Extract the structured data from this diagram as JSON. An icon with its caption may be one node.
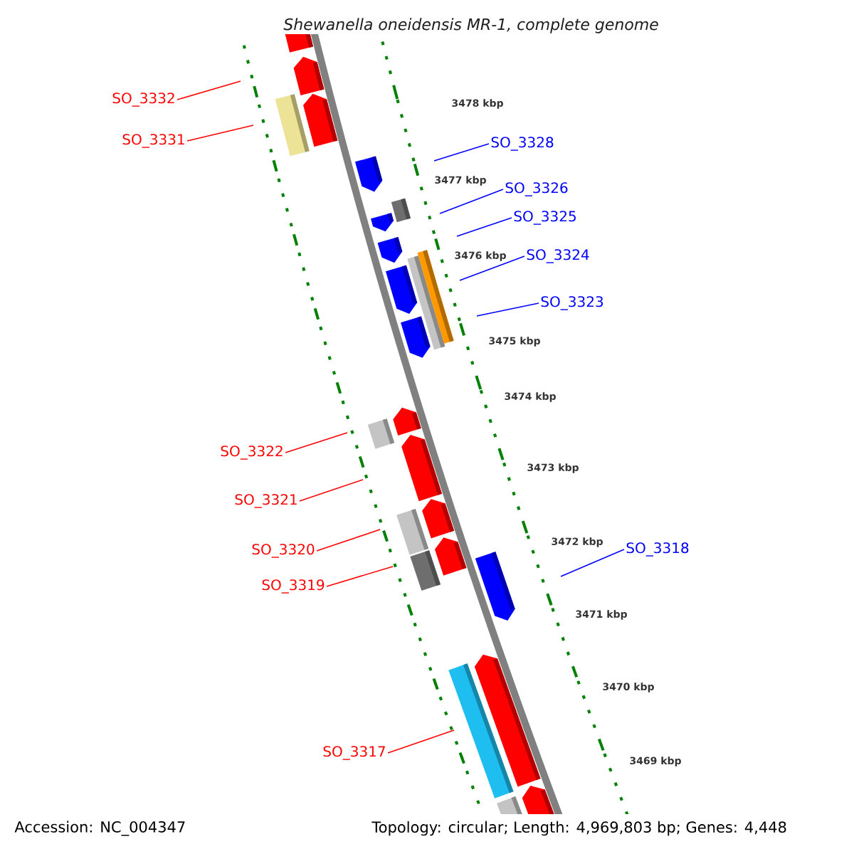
{
  "diagram": {
    "title": "Shewanella oneidensis MR-1, complete genome",
    "nodes": [
      {
        "text": [
          "SO_3332"
        ]
      },
      {
        "text": [
          "SO_3331"
        ]
      },
      {
        "text": [
          "SO_3328"
        ]
      },
      {
        "text": [
          "SO_3326"
        ]
      },
      {
        "text": [
          "SO_3325"
        ]
      },
      {
        "text": [
          "SO_3324"
        ]
      },
      {
        "text": [
          "SO_3323"
        ]
      },
      {
        "text": [
          "SO_3322"
        ]
      },
      {
        "text": [
          "SO_3321"
        ]
      },
      {
        "text": [
          "SO_3320"
        ]
      },
      {
        "text": [
          "SO_3318"
        ]
      },
      {
        "text": [
          "SO_3319"
        ]
      },
      {
        "text": [
          "SO_3317"
        ]
      }
    ],
    "edges": [
      {
        "from": 0,
        "to": null,
        "arrow": "none"
      },
      {
        "from": 1,
        "to": null,
        "arrow": "none"
      },
      {
        "from": 2,
        "to": null,
        "arrow": "none",
        "color": "#0000ff"
      },
      {
        "from": 3,
        "to": null,
        "arrow": "none",
        "color": "#0000ff"
      },
      {
        "from": 4,
        "to": null,
        "arrow": "none",
        "color": "#0000ff"
      },
      {
        "from": 5,
        "to": null,
        "arrow": "none",
        "color": "#0000ff"
      },
      {
        "from": 6,
        "to": null,
        "arrow": "none",
        "color": "#0000ff"
      },
      {
        "from": 7,
        "to": null,
        "arrow": "none"
      },
      {
        "from": 8,
        "to": null,
        "arrow": "none"
      },
      {
        "from": 9,
        "to": null,
        "arrow": "none"
      },
      {
        "from": 10,
        "to": null,
        "arrow": "none",
        "color": "#0000ff"
      },
      {
        "from": 11,
        "to": null,
        "arrow": "none"
      },
      {
        "from": 12,
        "to": null,
        "arrow": "none"
      }
    ],
    "labels": [
      "3478 kbp",
      "3477 kbp",
      "3476 kbp",
      "3475 kbp",
      "3474 kbp",
      "3473 kbp",
      "3472 kbp",
      "3471 kbp",
      "3470 kbp",
      "3469 kbp",
      "Accession: NC_004347",
      "Topology: circular; Length: 4,969,803 bp; Genes: 4,448"
    ]
  }
}
